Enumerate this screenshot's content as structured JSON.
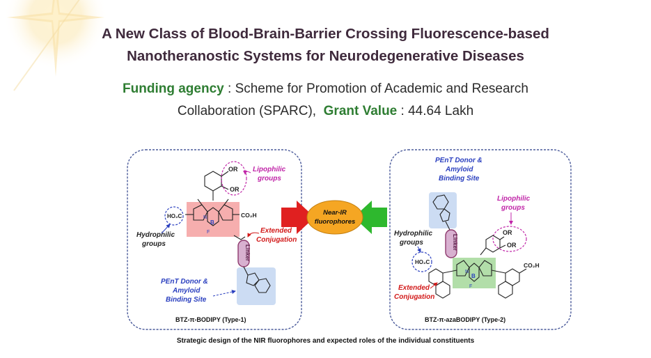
{
  "title": {
    "line1": "A New Class of Blood-Brain-Barrier Crossing Fluorescence-based",
    "line2": "Nanotheranostic Systems for Neurodegenerative Diseases"
  },
  "funding": {
    "agency_label": "Funding agency",
    "agency_sep": " : ",
    "agency_value_line1": "Scheme for Promotion of Academic and Research",
    "agency_value_line2": "Collaboration (SPARC),",
    "grant_label": "Grant Value",
    "grant_sep": " : ",
    "grant_value": "44.64 Lakh"
  },
  "diagram": {
    "center_label_line1": "Near-IR",
    "center_label_line2": "fluorophores",
    "left": {
      "name": "BTZ-π-BODIPY (Type-1)",
      "lipophilic_line1": "Lipophilic",
      "lipophilic_line2": "groups",
      "hydrophilic_line1": "Hydrophilic",
      "hydrophilic_line2": "groups",
      "extended_line1": "Extended",
      "extended_line2": "Conjugation",
      "pent_line1": "PEnT Donor &",
      "pent_line2": "Amyloid",
      "pent_line3": "Binding Site",
      "or1": "OR",
      "or2": "OR",
      "ho2c": "HO₂C",
      "co2h": "CO₂H",
      "linker": "Linker",
      "b": "B",
      "n": "N",
      "f": "F"
    },
    "right": {
      "name": "BTZ-π-azaBODIPY (Type-2)",
      "pent_line1": "PEnT Donor &",
      "pent_line2": "Amyloid",
      "pent_line3": "Binding Site",
      "lipophilic_line1": "Lipophilic",
      "lipophilic_line2": "groups",
      "hydrophilic_line1": "Hydrophilic",
      "hydrophilic_line2": "groups",
      "extended_line1": "Extended",
      "extended_line2": "Conjugation",
      "or1": "OR",
      "or2": "OR",
      "ho2c": "HO₂C",
      "co2h": "CO₂H",
      "linker": "Linker",
      "b": "B",
      "n": "N",
      "f": "F"
    },
    "caption": "Strategic design of the NIR fluorophores and expected roles of the individual constituents"
  },
  "colors": {
    "title": "#3f2a3c",
    "green_label": "#2e7d32",
    "red_arrow": "#e02020",
    "green_arrow": "#2eb82e",
    "orange": "#f5a623",
    "magenta": "#c026a8",
    "blue_text": "#2a3fbf",
    "red_text": "#d21a1a",
    "linker": "#8e3a6e"
  }
}
